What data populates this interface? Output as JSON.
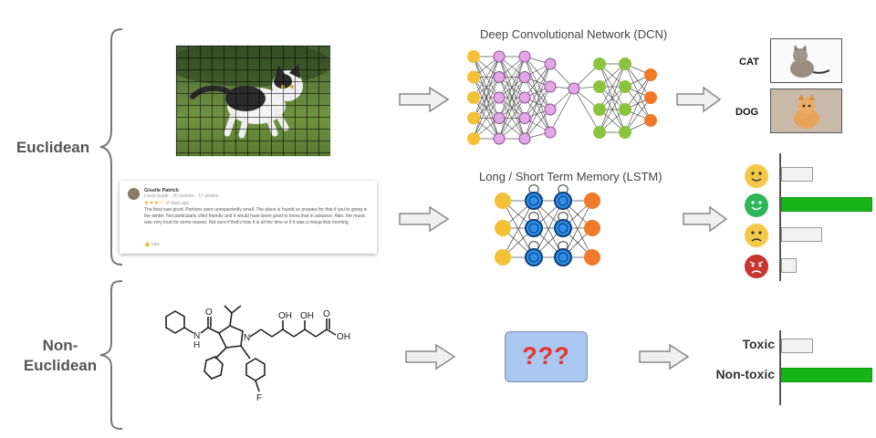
{
  "groups": {
    "euclidean_label": "Euclidean",
    "non_euclidean_label": "Non-\nEuclidean"
  },
  "dcn": {
    "title": "Deep Convolutional Network (DCN)",
    "output_labels": [
      "CAT",
      "DOG"
    ]
  },
  "lstm": {
    "title": "Long / Short Term Memory (LSTM)",
    "sentiment_bars": [
      0.35,
      1.0,
      0.45,
      0.17
    ]
  },
  "review": {
    "name": "Giselle Patrick",
    "meta": "Local Guide · 30 reviews · 57 photos",
    "stars": "★★★☆☆",
    "when": "2 days ago",
    "text": "The food was good. Portions were unexpectedly small. The place is humid so prepare for that if you're going in the winter. Not particularly child friendly and it would have been good to know that in advance. Also, the music was very loud for some reason. Not sure if that's how it is all the time or if it was a mixup that morning",
    "like": "Like"
  },
  "molecule": {
    "labels": [
      "N",
      "H",
      "O",
      "N",
      "OH",
      "OH",
      "O",
      "OH",
      "F"
    ]
  },
  "unknown_model": {
    "text": "???"
  },
  "toxicity": {
    "labels": [
      "Toxic",
      "Non-toxic"
    ],
    "values": [
      0.35,
      1.0
    ]
  },
  "colors": {
    "input_node": "#f4c136",
    "conv_node": "#e3a6e8",
    "dense_node": "#8ac43e",
    "output_node": "#f07a2a",
    "lstm_node": "#2e8ee8",
    "bar_green": "#17b417",
    "qbox": "#a9c7f0"
  }
}
